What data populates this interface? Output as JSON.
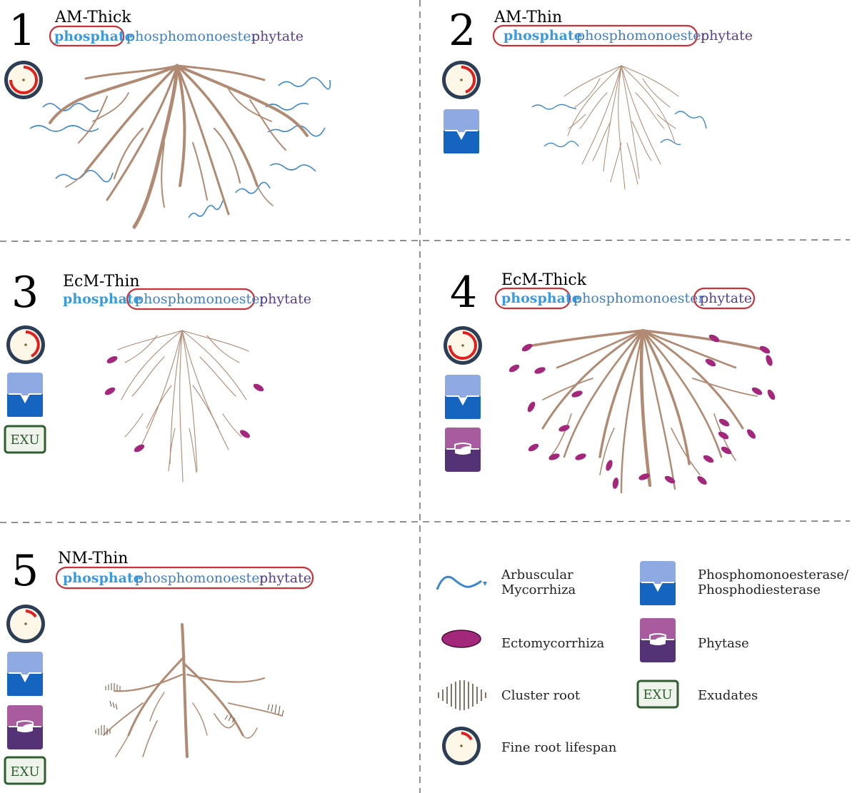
{
  "colors": {
    "phosphate": "#3a9ae0",
    "phosphomonoester": "#3f7fc1",
    "phytate": "#5b3f8c",
    "highlight": "#c8333a",
    "root": "#b08a72",
    "root_dark": "#9a765f",
    "ectomycorrhiza": "#a3287c",
    "am_hyphae": "#3b88cf",
    "enzyme_light": "#8fa9e3",
    "enzyme_dark": "#1565c0",
    "phytase_light": "#a85b9e",
    "phytase_dark": "#553276",
    "exudate_border": "#2f5e2f",
    "exudate_fill": "#eef3ec",
    "clock_ring": "#2c3e55",
    "clock_face": "#fdf7e8",
    "clock_arrow": "#e02020",
    "divider": "#555555"
  },
  "panels": [
    {
      "number": "1",
      "title": "AM-Thick",
      "phosphate": "phosphate",
      "phosphomonoester": "phosphomonoester",
      "phytate": "phytate"
    },
    {
      "number": "2",
      "title": "AM-Thin",
      "phosphate": "phosphate",
      "phosphomonoester": "phosphomonoester",
      "phytate": "phytate"
    },
    {
      "number": "3",
      "title": "EcM-Thin",
      "phosphate": "phosphate",
      "phosphomonoester": "phosphomonoester",
      "phytate": "phytate",
      "exu": "EXU"
    },
    {
      "number": "4",
      "title": "EcM-Thick",
      "phosphate": "phosphate",
      "phosphomonoester": "phosphomonoester",
      "phytate": "phytate"
    },
    {
      "number": "5",
      "title": "NM-Thin",
      "phosphate": "phosphate",
      "phosphomonoester": "phosphomonoester",
      "phytate": "phytate",
      "exu": "EXU"
    }
  ],
  "legend": {
    "am_line1": "Arbuscular",
    "am_line2": "Mycorrhiza",
    "ecto": "Ectomycorrhiza",
    "cluster": "Cluster root",
    "lifespan": "Fine root lifespan",
    "pme_line1": "Phosphomonoesterase/",
    "pme_line2": "Phosphodiesterase",
    "phytase": "Phytase",
    "exu_badge": "EXU",
    "exudates": "Exudates"
  }
}
